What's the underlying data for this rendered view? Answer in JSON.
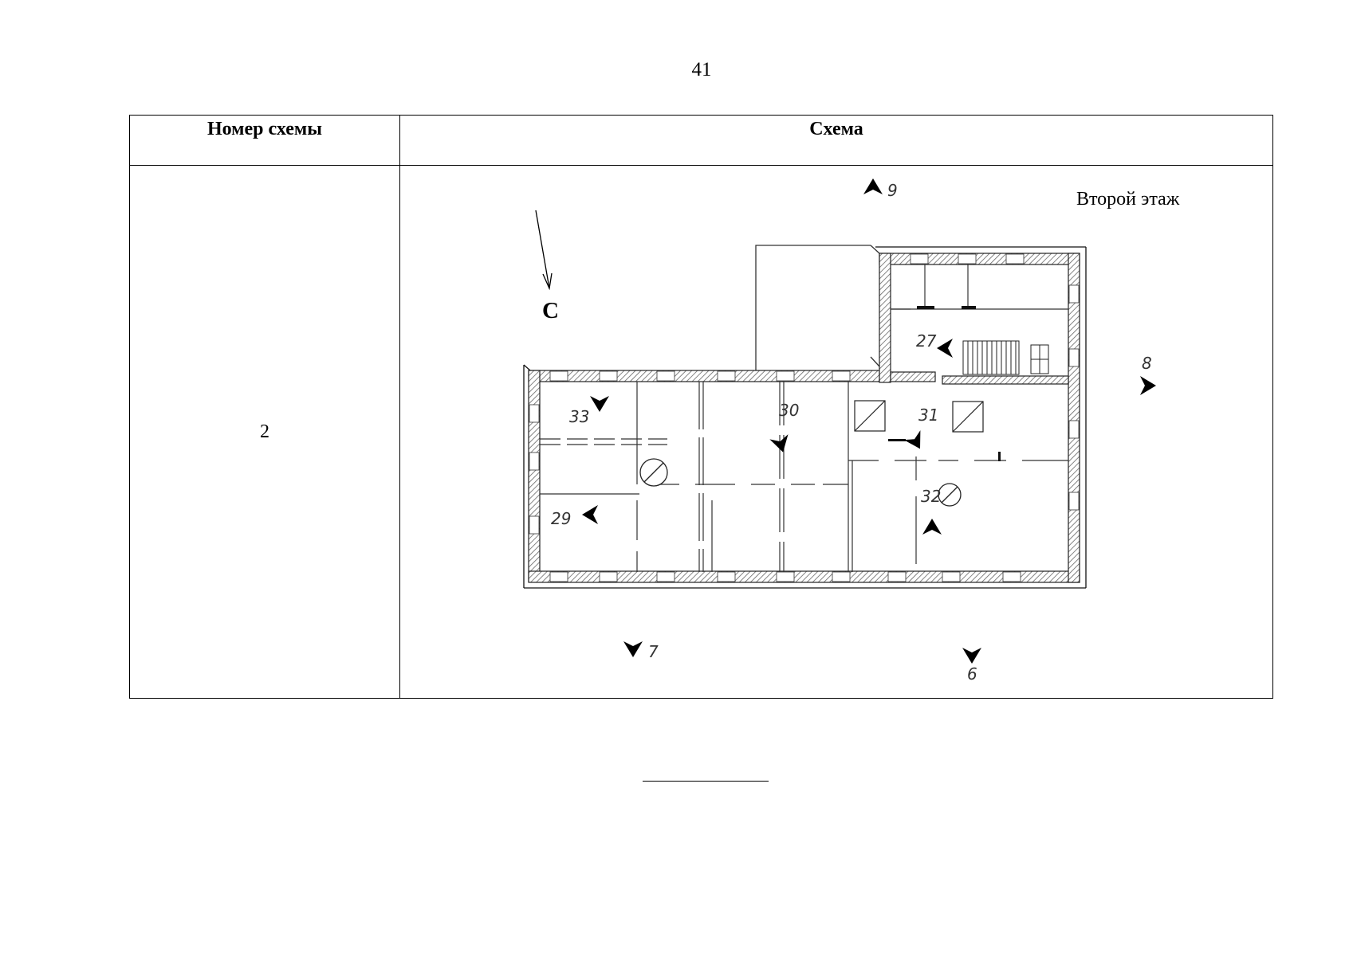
{
  "page_number": "41",
  "table": {
    "headers": {
      "scheme_number": "Номер схемы",
      "scheme": "Схема"
    },
    "row": {
      "scheme_number": "2"
    }
  },
  "plan": {
    "floor_label": "Второй этаж",
    "north_label": "С",
    "room_labels": {
      "r27": "27",
      "r29": "29",
      "r30": "30",
      "r31": "31",
      "r32": "32",
      "r33": "33"
    },
    "view_labels": {
      "v6": "6",
      "v7": "7",
      "v8": "8",
      "v9": "9"
    }
  }
}
